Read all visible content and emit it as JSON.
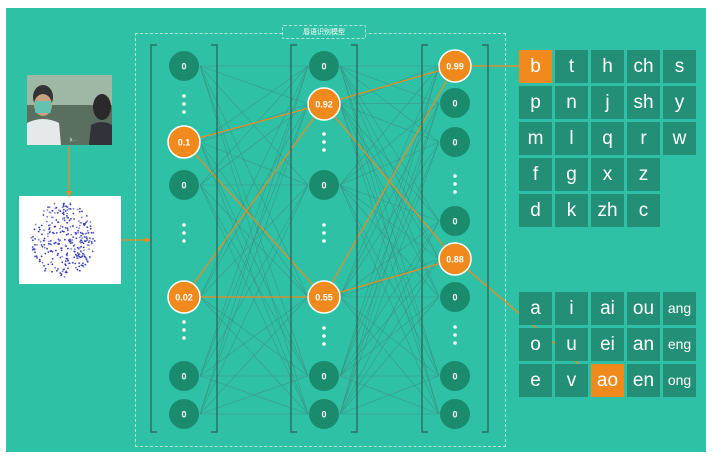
{
  "model": {
    "title": "唇语识别模型"
  },
  "input": {
    "photo_caption": "ㄆ…"
  },
  "columns": [
    {
      "layer": 1,
      "nodes": [
        {
          "label": "0",
          "highlight": false
        },
        {
          "label": "0.1",
          "highlight": true
        },
        {
          "label": "0",
          "highlight": false
        },
        {
          "label": "0.02",
          "highlight": true
        },
        {
          "label": "0",
          "highlight": false
        },
        {
          "label": "0",
          "highlight": false
        }
      ]
    },
    {
      "layer": 2,
      "nodes": [
        {
          "label": "0",
          "highlight": false
        },
        {
          "label": "0.92",
          "highlight": true
        },
        {
          "label": "0",
          "highlight": false
        },
        {
          "label": "0.55",
          "highlight": true
        },
        {
          "label": "0",
          "highlight": false
        },
        {
          "label": "0",
          "highlight": false
        }
      ]
    },
    {
      "layer": 3,
      "nodes": [
        {
          "label": "0.99",
          "highlight": true
        },
        {
          "label": "0",
          "highlight": false
        },
        {
          "label": "0",
          "highlight": false
        },
        {
          "label": "0",
          "highlight": false
        },
        {
          "label": "0.88",
          "highlight": true
        },
        {
          "label": "0",
          "highlight": false
        },
        {
          "label": "0",
          "highlight": false
        },
        {
          "label": "0",
          "highlight": false
        }
      ]
    }
  ],
  "initials": [
    [
      "b",
      "t",
      "h",
      "ch",
      "s"
    ],
    [
      "p",
      "n",
      "j",
      "sh",
      "y"
    ],
    [
      "m",
      "l",
      "q",
      "r",
      "w"
    ],
    [
      "f",
      "g",
      "x",
      "z"
    ],
    [
      "d",
      "k",
      "zh",
      "c"
    ]
  ],
  "finals": [
    [
      "a",
      "i",
      "ai",
      "ou",
      "ang"
    ],
    [
      "o",
      "u",
      "ei",
      "an",
      "eng"
    ],
    [
      "e",
      "v",
      "ao",
      "en",
      "ong"
    ]
  ],
  "selected": {
    "initial": "b",
    "final": "ao"
  },
  "colors": {
    "background": "#2fc1a6",
    "node": "#1b8b6e",
    "highlight": "#f08a1c",
    "tile": "#238f77",
    "line": "#3d8f80"
  }
}
